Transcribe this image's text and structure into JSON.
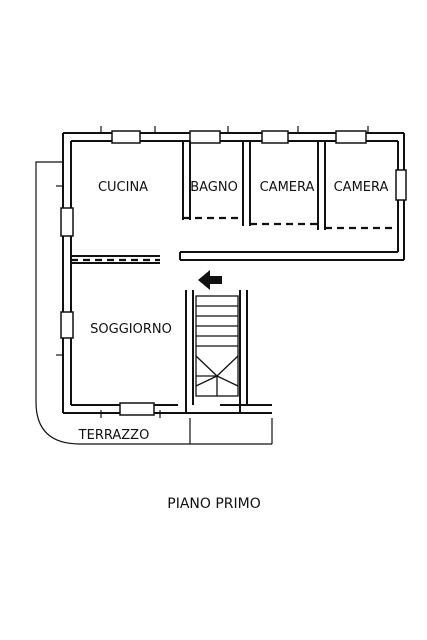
{
  "floor_plan": {
    "title": "PIANO PRIMO",
    "rooms": {
      "cucina": "CUCINA",
      "bagno": "BAGNO",
      "camera_1": "CAMERA",
      "camera_2": "CAMERA",
      "soggiorno": "SOGGIORNO"
    },
    "outdoor": {
      "terrazzo": "TERRAZZO"
    }
  },
  "colors": {
    "wall": "#111111",
    "background": "#ffffff"
  }
}
